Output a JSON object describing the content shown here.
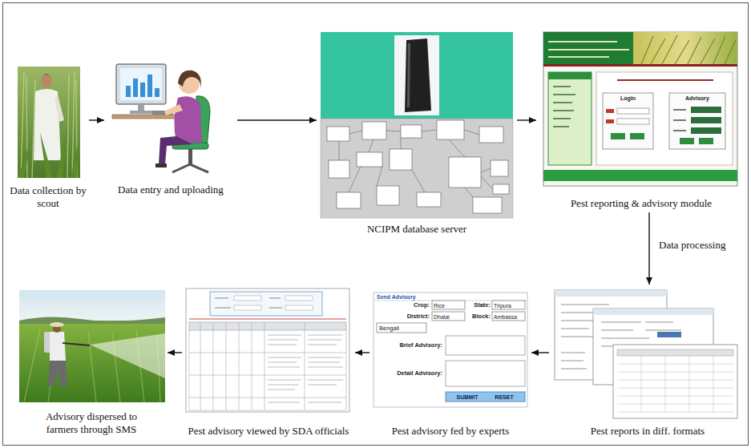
{
  "diagram": {
    "nodes": [
      {
        "text": [
          "Data collection by scout"
        ]
      },
      {
        "text": [
          "Data entry and uploading"
        ]
      },
      {
        "text": [
          "NCIPM database server"
        ]
      },
      {
        "text": [
          "Pest reporting & advisory module"
        ]
      },
      {
        "text": [
          "Pest reports in diff. formats"
        ]
      },
      {
        "text": [
          "Pest advisory fed by experts"
        ]
      },
      {
        "text": [
          "Pest advisory viewed by SDA officials"
        ]
      },
      {
        "text": [
          "Advisory dispersed to farmers through SMS"
        ]
      }
    ],
    "edges": [
      {
        "from": 0,
        "to": 1,
        "arrow": "to"
      },
      {
        "from": 1,
        "to": 2,
        "arrow": "to"
      },
      {
        "from": 2,
        "to": 3,
        "arrow": "to"
      },
      {
        "from": 3,
        "to": 4,
        "label": "Data processing",
        "arrow": "to"
      },
      {
        "from": 4,
        "to": 5,
        "arrow": "to"
      },
      {
        "from": 5,
        "to": 6,
        "arrow": "to"
      },
      {
        "from": 6,
        "to": 7,
        "arrow": "to"
      }
    ],
    "labels": [
      "Login",
      "Advisory",
      "Send Advisory",
      "Crop:",
      "Rice",
      "State:",
      "Tripura",
      "District:",
      "Dhalai",
      "Block:",
      "Ambassa",
      "Bengali",
      "Brief Advisory:",
      "Detail Advisory:",
      "SUBMIT",
      "RESET"
    ]
  }
}
